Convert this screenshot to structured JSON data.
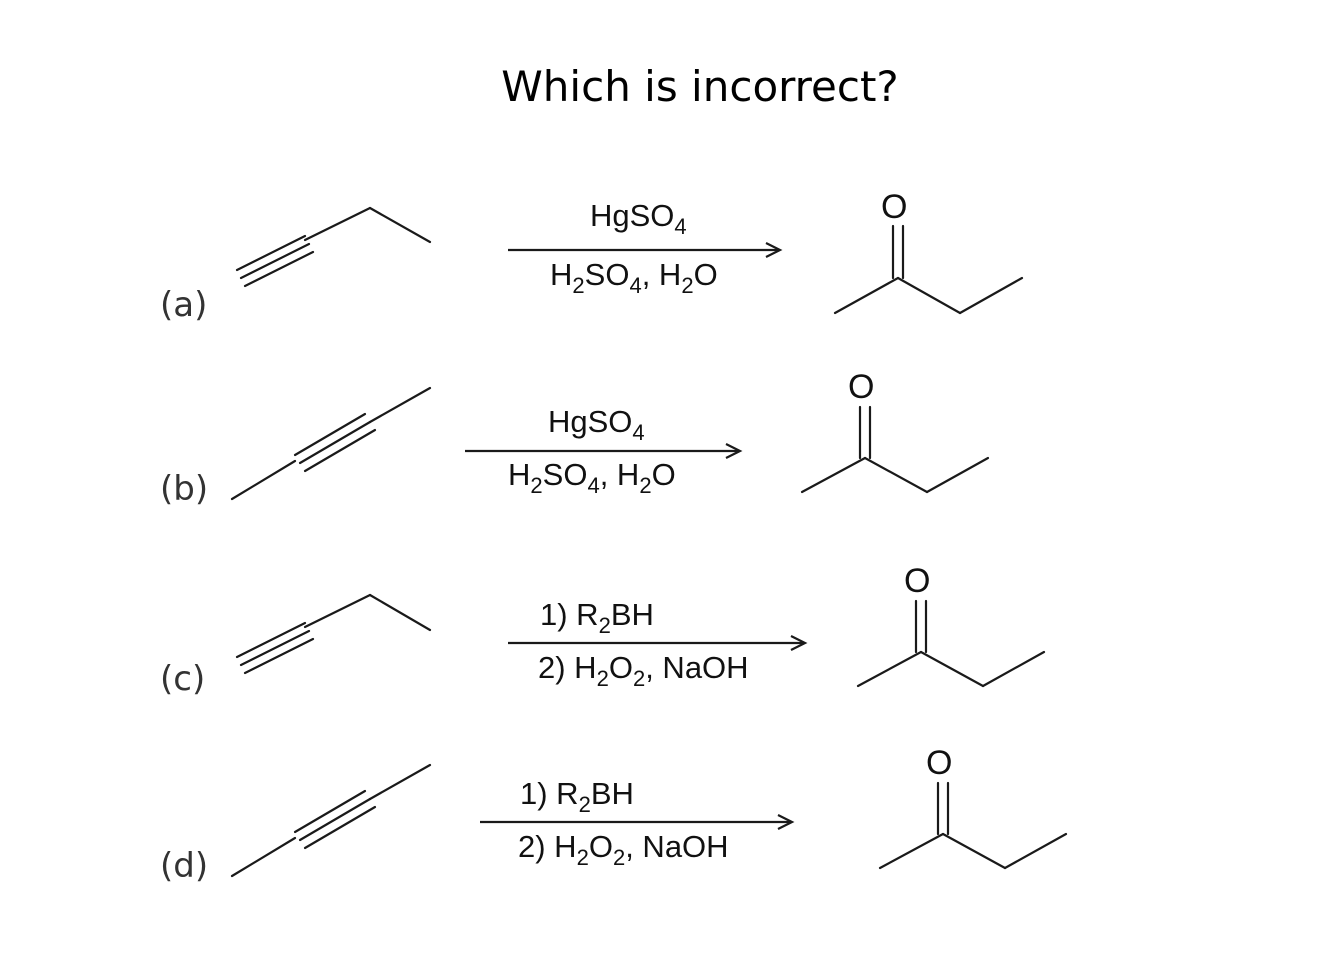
{
  "title": "Which is incorrect?",
  "reactions": [
    {
      "label": "(a)",
      "reagent_top": [
        "HgSO",
        "4"
      ],
      "reagent_bottom": [
        "H",
        "2",
        "SO",
        "4",
        ", H",
        "2",
        "O"
      ],
      "product_atom": "O"
    },
    {
      "label": "(b)",
      "reagent_top": [
        "HgSO",
        "4"
      ],
      "reagent_bottom": [
        "H",
        "2",
        "SO",
        "4",
        ", H",
        "2",
        "O"
      ],
      "product_atom": "O"
    },
    {
      "label": "(c)",
      "reagent_top": [
        "1) R",
        "2",
        "BH"
      ],
      "reagent_bottom": [
        "2) H",
        "2",
        "O",
        "2",
        ", NaOH"
      ],
      "product_atom": "O"
    },
    {
      "label": "(d)",
      "reagent_top": [
        "1) R",
        "2",
        "BH"
      ],
      "reagent_bottom": [
        "2) H",
        "2",
        "O",
        "2",
        ", NaOH"
      ],
      "product_atom": "O"
    }
  ]
}
